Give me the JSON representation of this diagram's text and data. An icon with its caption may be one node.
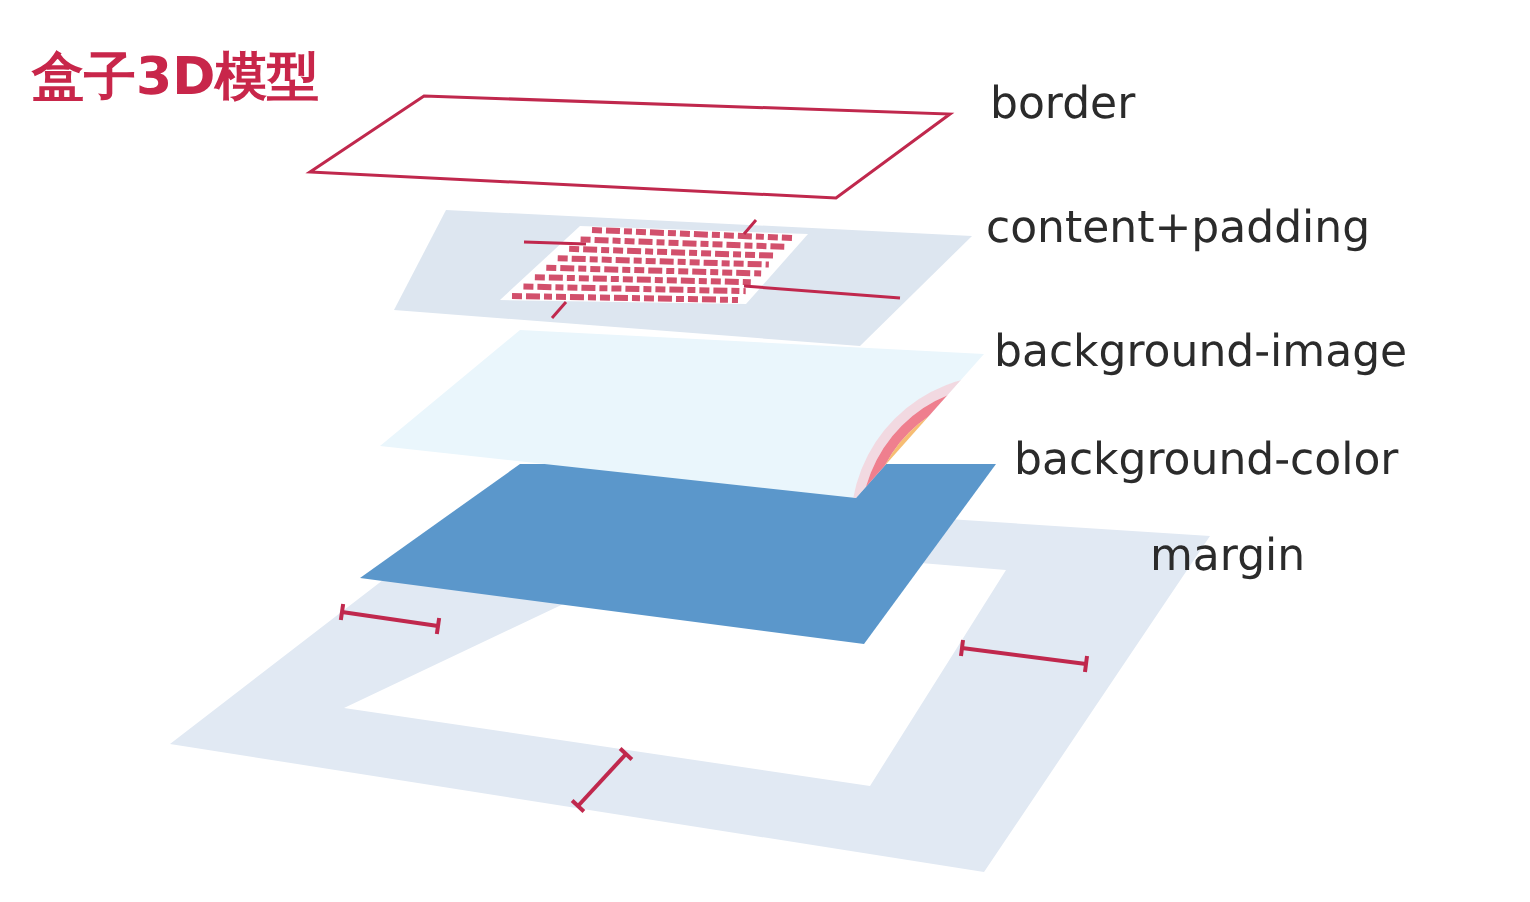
{
  "diagram": {
    "title": "盒子3D模型",
    "labels": [
      "border",
      "content+padding",
      "background-image",
      "background-color",
      "margin"
    ]
  }
}
